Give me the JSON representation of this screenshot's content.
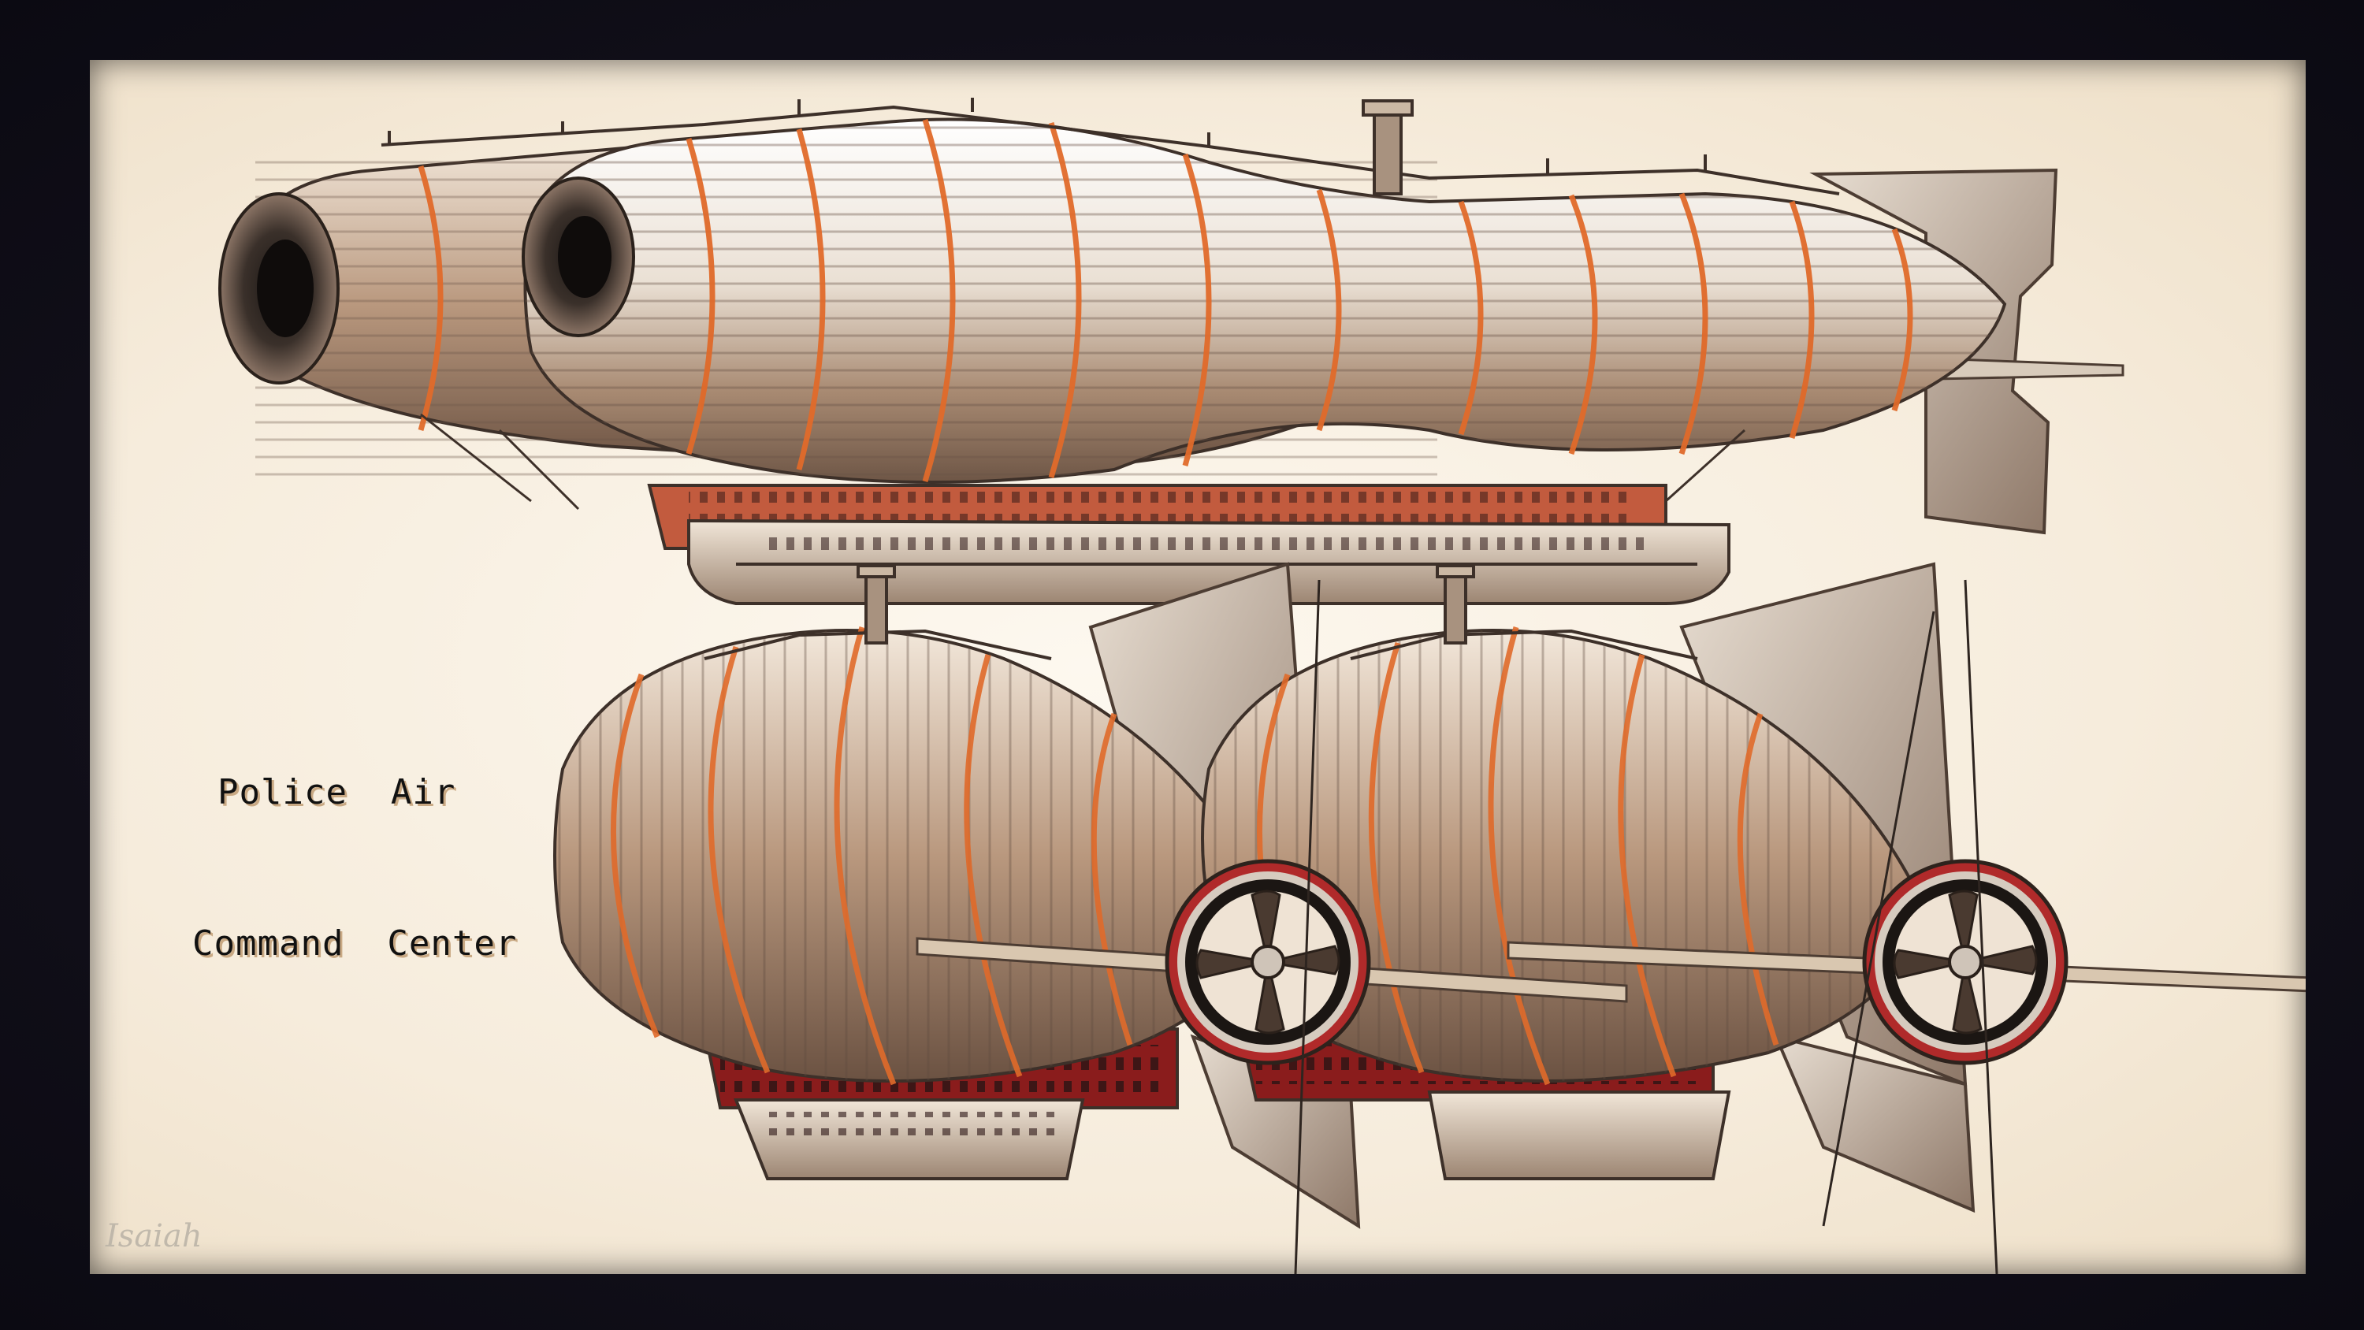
{
  "caption": {
    "line1": "Police  Air",
    "line2": "Command  Center"
  },
  "signature": "Isaiah",
  "colors": {
    "background": "#13111c",
    "card": "#f6ecdc",
    "hull": "#b8957a",
    "hull_light": "#f4ece2",
    "ring": "#e06a2a",
    "gondola_red": "#8a1c1c",
    "caption_shadow": "#c9a984"
  }
}
